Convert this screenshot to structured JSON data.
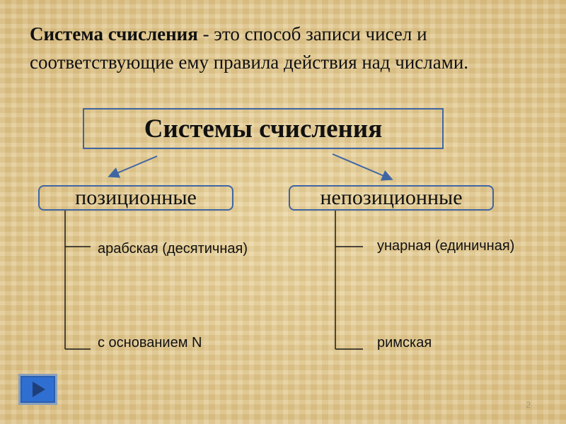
{
  "definition": {
    "term": "Система счисления",
    "text": " - это способ записи чисел и соответствующие ему правила действия над числами."
  },
  "diagram": {
    "root": "Системы счисления",
    "positional": {
      "label": "позиционные",
      "items": [
        "арабская (десятичная)",
        "с основанием N"
      ]
    },
    "nonpositional": {
      "label": "непозиционные",
      "items": [
        "унарная (единичная)",
        "римская"
      ]
    },
    "line_color": "#3f66a3",
    "tree_line_color": "#1a1a1a"
  },
  "navigation": {
    "next_icon": "play-triangle-icon",
    "button_color": "#2f6fd1"
  },
  "page_number": "2"
}
